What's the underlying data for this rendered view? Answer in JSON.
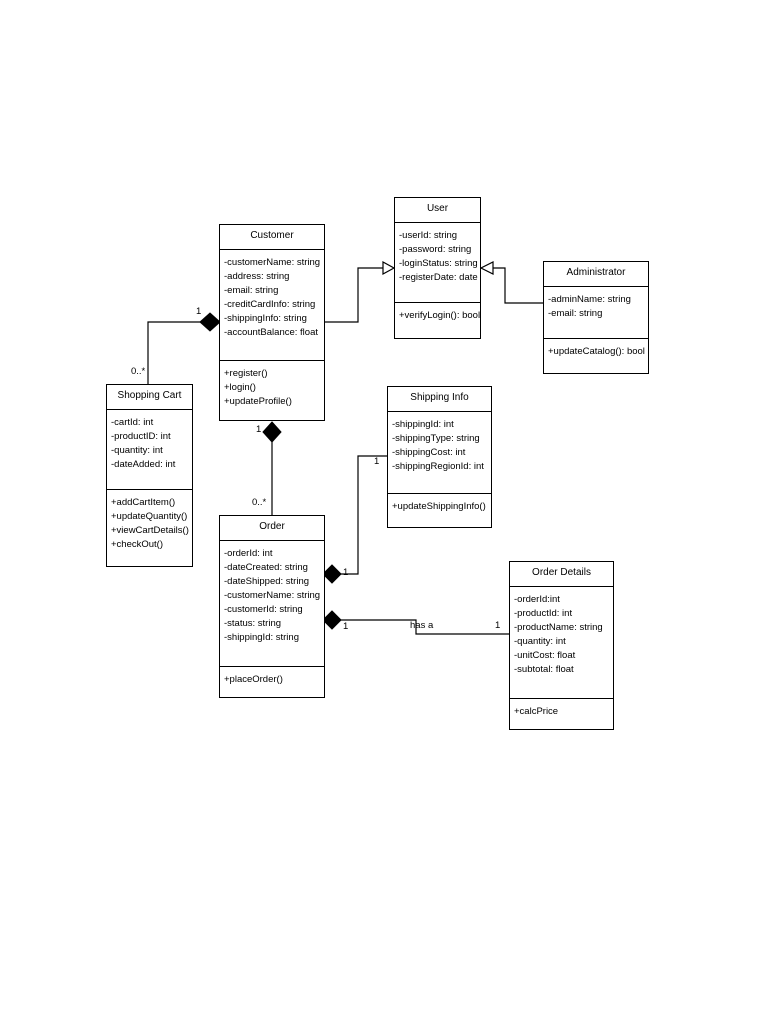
{
  "classes": {
    "user": {
      "title": "User",
      "attributes": [
        "-userId: string",
        "-password: string",
        "-loginStatus: string",
        "-registerDate: date"
      ],
      "operations": [
        "+verifyLogin(): bool"
      ]
    },
    "customer": {
      "title": "Customer",
      "attributes": [
        "-customerName: string",
        "-address: string",
        "-email: string",
        "-creditCardInfo: string",
        "-shippingInfo: string",
        "-accountBalance: float"
      ],
      "operations": [
        "+register()",
        "+login()",
        "+updateProfile()"
      ]
    },
    "administrator": {
      "title": "Administrator",
      "attributes": [
        "-adminName: string",
        "-email: string"
      ],
      "operations": [
        "+updateCatalog(): bool"
      ]
    },
    "shopping_cart": {
      "title": "Shopping Cart",
      "attributes": [
        "-cartId: int",
        "-productID: int",
        "-quantity: int",
        "-dateAdded: int"
      ],
      "operations": [
        "+addCartItem()",
        "+updateQuantity()",
        "+viewCartDetails()",
        "+checkOut()"
      ]
    },
    "shipping_info": {
      "title": "Shipping Info",
      "attributes": [
        "-shippingId: int",
        "-shippingType: string",
        "-shippingCost: int",
        "-shippingRegionId: int"
      ],
      "operations": [
        "+updateShippingInfo()"
      ]
    },
    "order": {
      "title": "Order",
      "attributes": [
        "-orderId: int",
        "-dateCreated: string",
        "-dateShipped: string",
        "-customerName: string",
        "-customerId: string",
        "-status: string",
        "-shippingId: string"
      ],
      "operations": [
        "+placeOrder()"
      ]
    },
    "order_details": {
      "title": "Order Details",
      "attributes": [
        "-orderId:int",
        "-productId: int",
        "-productName: string",
        "-quantity: int",
        "-unitCost: float",
        "-subtotal: float"
      ],
      "operations": [
        "+calcPrice"
      ]
    }
  },
  "relationships": {
    "customer_cart": {
      "customer_end": "1",
      "cart_end": "0..*"
    },
    "customer_order": {
      "customer_end": "1",
      "order_end": "0..*"
    },
    "order_shipping": {
      "order_end": "1",
      "shipping_end": "1"
    },
    "order_details": {
      "order_end": "1",
      "details_end": "1",
      "label": "has a"
    }
  }
}
